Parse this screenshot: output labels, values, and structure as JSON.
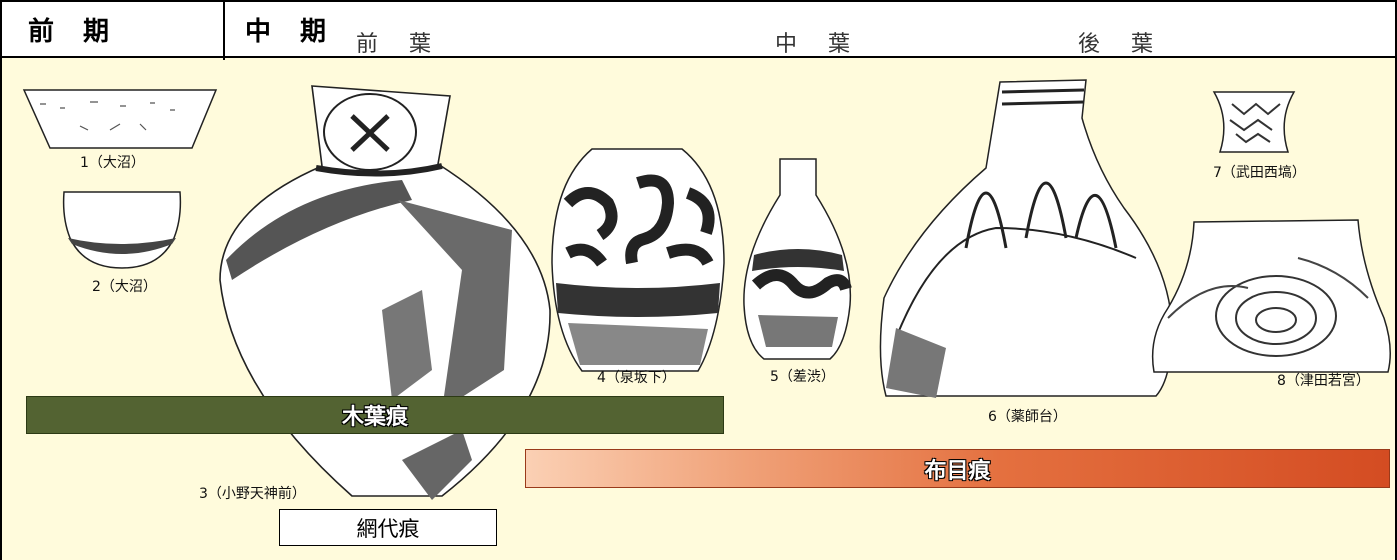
{
  "header": {
    "early": "前 期",
    "middle": "中 期",
    "middle_early": "前 葉",
    "middle_mid": "中 葉",
    "middle_late": "後 葉"
  },
  "vessels": [
    {
      "caption": "1（大沼）"
    },
    {
      "caption": "2（大沼）"
    },
    {
      "caption": "3（小野天神前）"
    },
    {
      "caption": "4（泉坂下）"
    },
    {
      "caption": "5（差渋）"
    },
    {
      "caption": "6（薬師台）"
    },
    {
      "caption": "7（武田西塙）"
    },
    {
      "caption": "8（津田若宮）"
    }
  ],
  "bars": {
    "leaf": {
      "label": "木葉痕",
      "color": "#536332"
    },
    "cloth": {
      "label": "布目痕",
      "color": "#d44c22"
    },
    "mat": {
      "label": "網代痕",
      "color": "#ffffff"
    }
  },
  "colors": {
    "background": "#fffbdc",
    "header": "#ffffff"
  }
}
